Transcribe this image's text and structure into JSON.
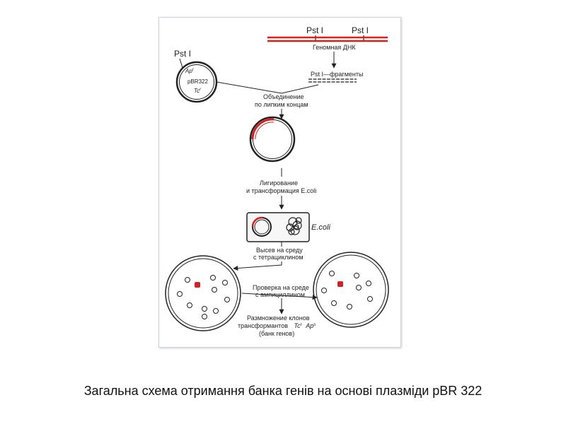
{
  "labels": {
    "pst1_left": "Pst I",
    "pst1_right": "Pst I",
    "pst1_plasmid": "Pst I",
    "genomic_dna": "Геномная ДНК",
    "pst_fragments": "Pst I—фрагменты",
    "ap": "Ap",
    "ap_sup": "r",
    "pbr322": "pBR322",
    "tc": "Tc",
    "tc_sup": "r",
    "join_line1": "Объединение",
    "join_line2": "по липким концам",
    "ligation_line1": "Лигирование",
    "ligation_line2": "и трансформация E.coli",
    "ecoli": "E.coli",
    "sow_line1": "Высев на среду",
    "sow_line2": "с тетрациклином",
    "check_line1": "Проверка на среде",
    "check_line2": "с ампициллином",
    "mult_line1": "Размножение клонов",
    "mult_line2": "трансформантов",
    "mult_tc": "Tc",
    "mult_tc_sup": "r",
    "mult_ap": "Ap",
    "mult_ap_sup": "s",
    "mult_line3": "(банк генов)"
  },
  "caption": "Загальна схема отримання банка генів на основі плазміди pBR 322",
  "colors": {
    "accent": "#d42020",
    "line": "#222222"
  }
}
